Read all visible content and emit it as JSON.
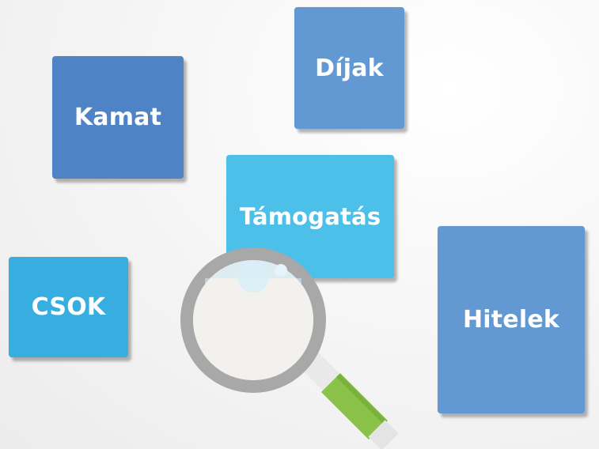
{
  "tiles": {
    "kamat": {
      "label": "Kamat",
      "color": "#4e84c6"
    },
    "dijak": {
      "label": "Díjak",
      "color": "#6399d2"
    },
    "tamogatas": {
      "label": "Támogatás",
      "color": "#4cc0e8"
    },
    "csok": {
      "label": "CSOK",
      "color": "#38aee0"
    },
    "hitelek": {
      "label": "Hitelek",
      "color": "#6399d2"
    }
  },
  "magnifier": {
    "icon": "magnifying-glass-icon",
    "rim_color": "#a8a8a8",
    "lens_color": "#f3f1ed",
    "handle_color": "#8bc34a",
    "handle_cap_color": "#f2f2f2"
  }
}
